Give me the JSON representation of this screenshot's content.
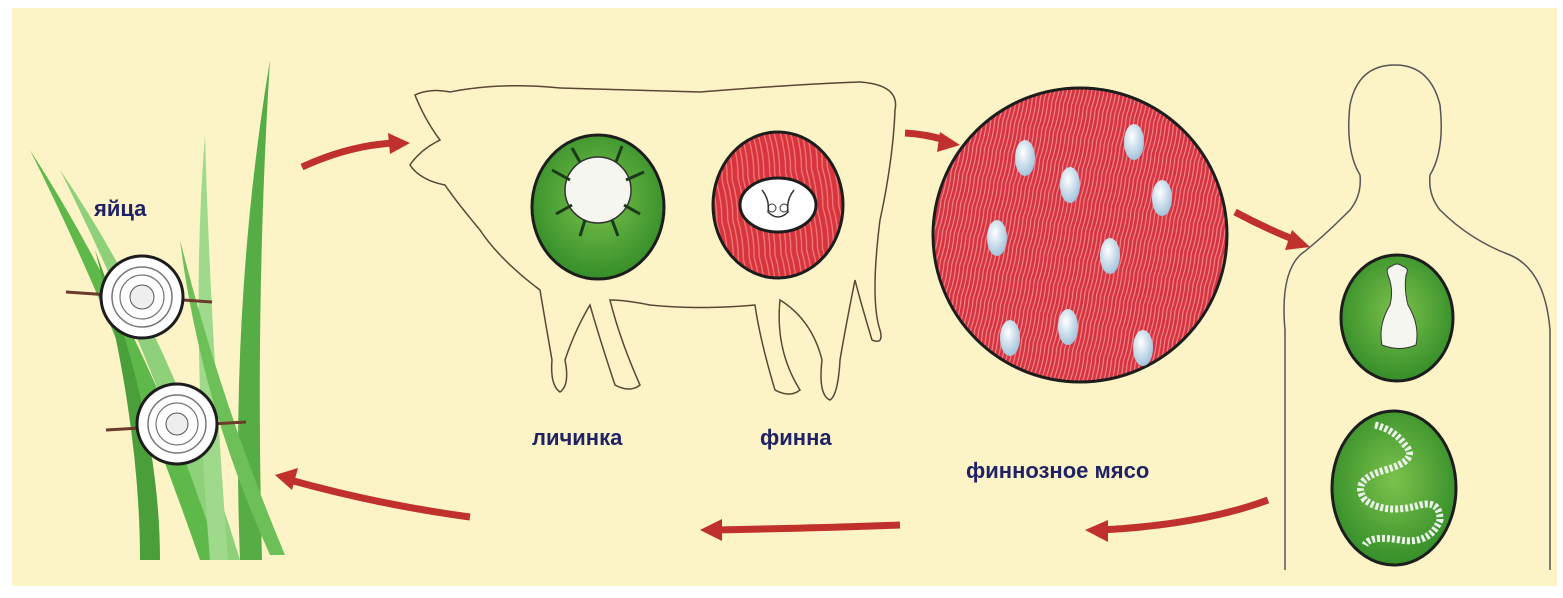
{
  "colors": {
    "background": "#fcf3c6",
    "frame": "#ffffff",
    "arrow": "#c0302c",
    "label": "#1f2366",
    "grass": "#5fb84a",
    "grass_dark": "#2f7a2a",
    "circle_green": "#3f9a2e",
    "circle_red": "#d8343c",
    "cyst": "#cfe3f2",
    "outline": "#3a3a3a"
  },
  "icons": [
    "grass-icon",
    "egg-icon",
    "cow-silhouette-icon",
    "larva-icon",
    "cyst-icon",
    "meat-icon",
    "human-silhouette-icon",
    "scolex-icon",
    "tapeworm-icon",
    "arrow-icon"
  ],
  "labels": {
    "eggs": "яйца",
    "larva": "личинка",
    "finna": "финна",
    "meat": "финнозное мясо"
  }
}
